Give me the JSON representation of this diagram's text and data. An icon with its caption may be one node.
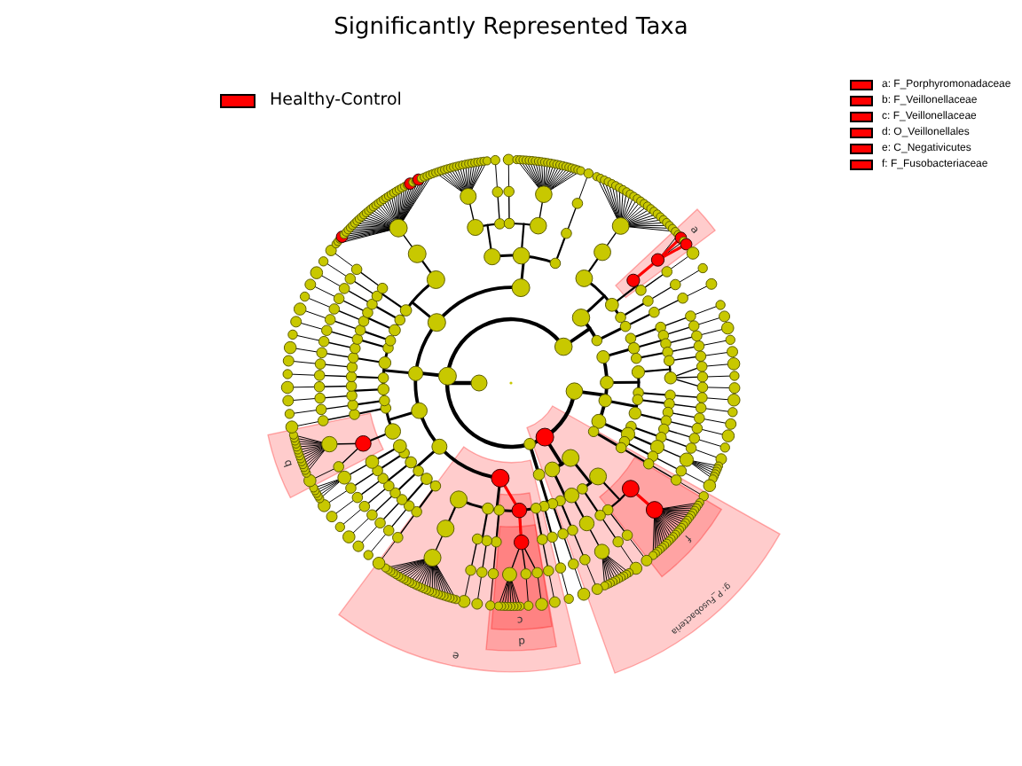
{
  "diagram": {
    "title": "Significantly Represented Taxa",
    "nodes": [
      {
        "text": [
          "a"
        ]
      },
      {
        "text": [
          "b"
        ]
      },
      {
        "text": [
          "g: P_Fusobacteria"
        ]
      },
      {
        "text": [
          "f"
        ],
        "in": 2
      },
      {
        "text": [
          "e"
        ]
      },
      {
        "text": [
          "d"
        ],
        "in": 4
      },
      {
        "text": [
          "c"
        ],
        "in": 5
      }
    ],
    "legend": [
      {
        "text": "Healthy-Control",
        "color": "#ff0000"
      },
      {
        "text": "a: F_Porphyromonadaceae",
        "color": "#ff0000"
      },
      {
        "text": "b: F_Veillonellaceae",
        "color": "#ff0000"
      },
      {
        "text": "c: F_Veillonellaceae",
        "color": "#ff0000"
      },
      {
        "text": "d: O_Veillonellales",
        "color": "#ff0000"
      },
      {
        "text": "e: C_Negativicutes",
        "color": "#ff0000"
      },
      {
        "text": "f: F_Fusobacteriaceae",
        "color": "#ff0000"
      }
    ]
  }
}
